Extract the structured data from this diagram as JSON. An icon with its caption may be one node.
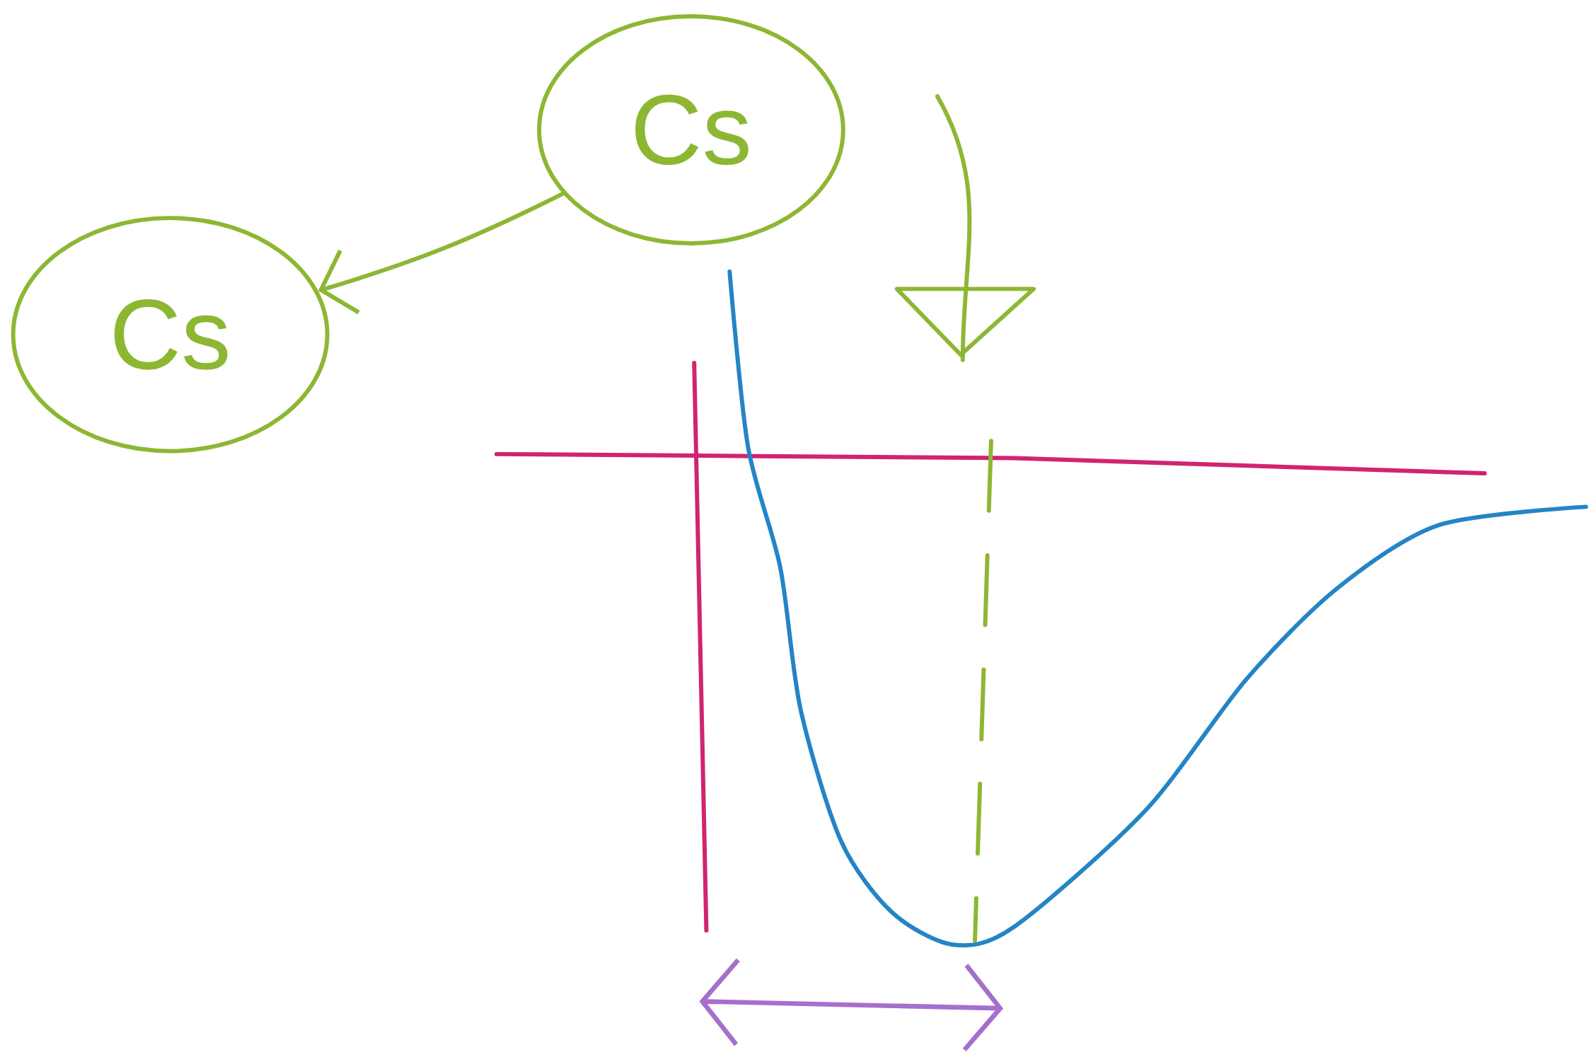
{
  "diagram": {
    "nodes": [
      {
        "text": [
          "Cs"
        ]
      },
      {
        "text": [
          "Cs"
        ]
      }
    ],
    "edges": [
      {
        "from": 1,
        "to": 0,
        "arrow": "to"
      }
    ]
  }
}
